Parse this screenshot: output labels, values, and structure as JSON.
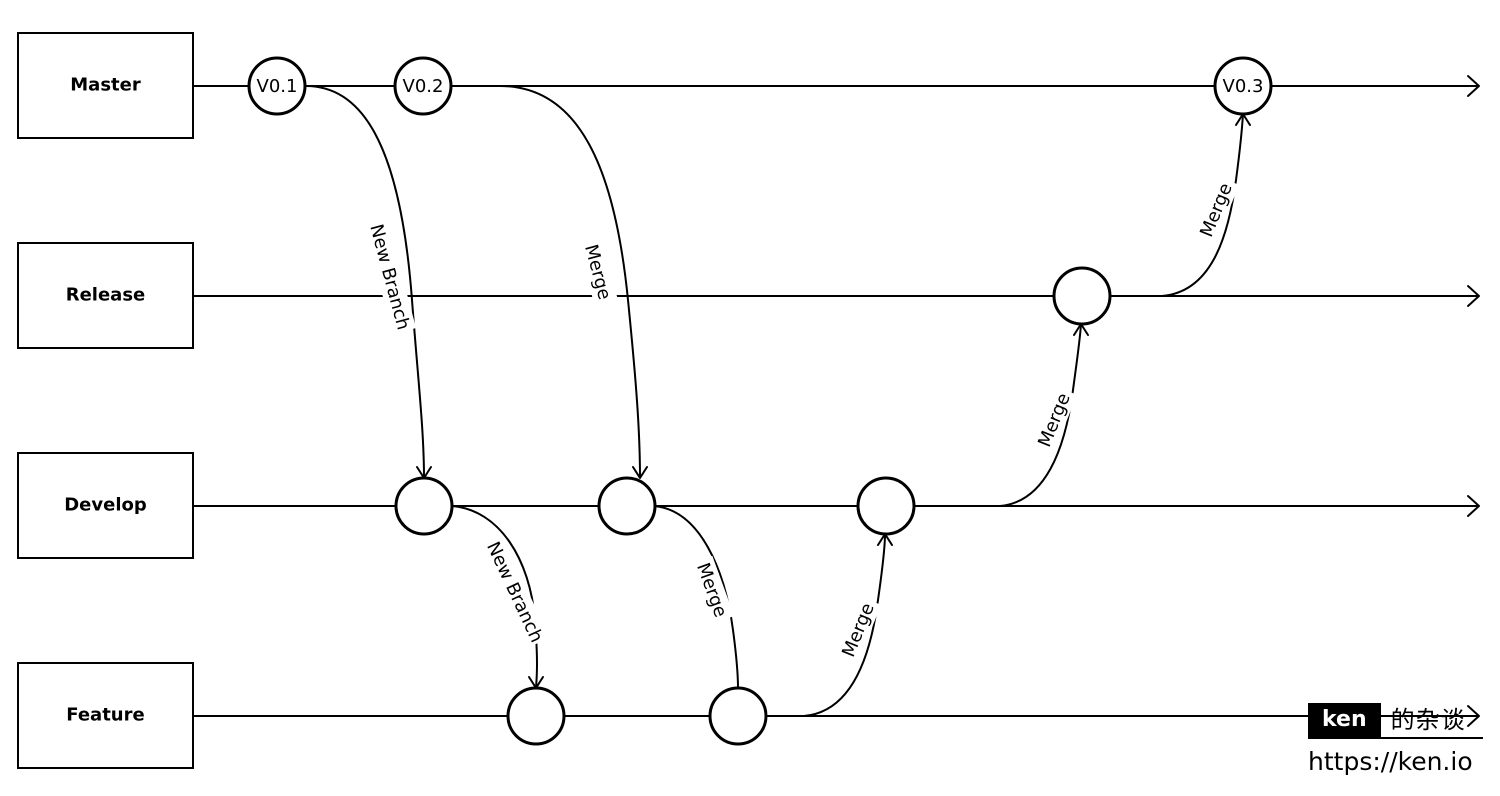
{
  "branches": {
    "master": "Master",
    "release": "Release",
    "develop": "Develop",
    "feature": "Feature"
  },
  "versions": {
    "v01": "V0.1",
    "v02": "V0.2",
    "v03": "V0.3"
  },
  "connectors": {
    "master_to_develop": "New Branch",
    "master_merge_develop": "Merge",
    "develop_to_feature": "New Branch",
    "develop_merge_feature": "Merge",
    "feature_merge_develop": "Merge",
    "develop_merge_release": "Merge",
    "release_merge_master": "Merge"
  },
  "watermark": {
    "brand": "ken",
    "suffix": "的杂谈",
    "url": "https://ken.io"
  }
}
